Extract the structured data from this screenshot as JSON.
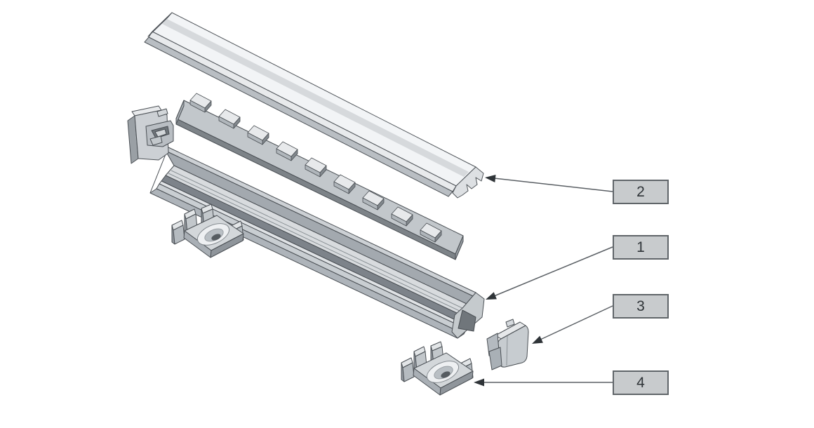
{
  "diagram": {
    "callouts": [
      {
        "label": "2"
      },
      {
        "label": "1"
      },
      {
        "label": "3"
      },
      {
        "label": "4"
      }
    ],
    "led_chip_count": 9,
    "colors": {
      "background": "#ffffff",
      "outline": "#4a4f54",
      "leader_line": "#5a5f64",
      "arrowhead": "#2f3438",
      "label_fill": "#c8cbcd",
      "label_border": "#606569",
      "label_text": "#2f3438",
      "metal_light": "#e6e8ea",
      "metal_mid": "#c0c5c9",
      "metal_dark": "#8f959a",
      "diffuser_white": "#f2f4f6"
    }
  }
}
